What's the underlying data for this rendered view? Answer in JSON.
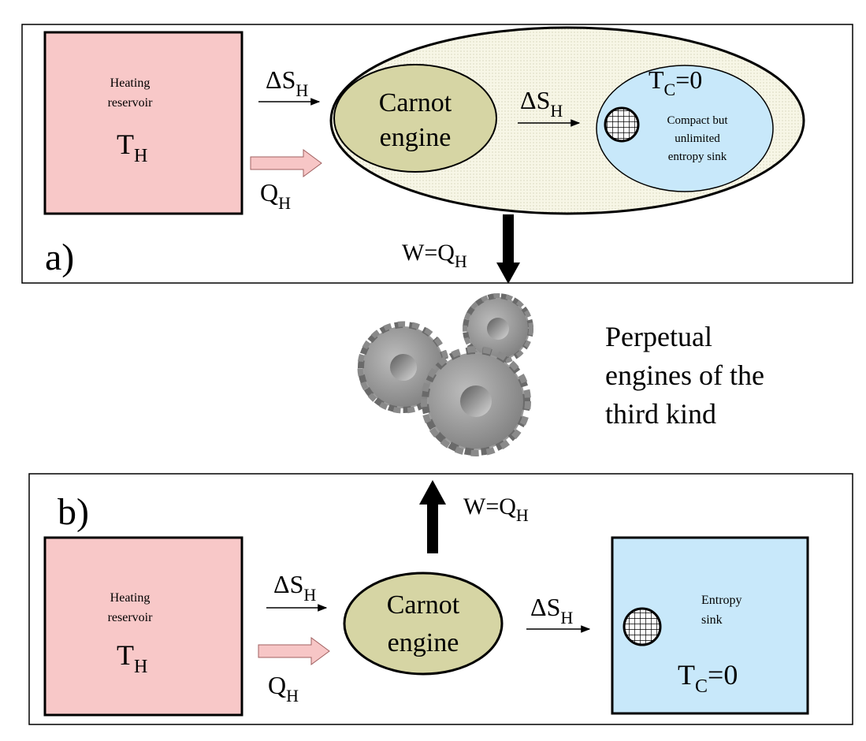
{
  "panel_a": {
    "label": "a)",
    "heating_reservoir": {
      "line1": "Heating",
      "line2": "reservoir",
      "temp_main": "T",
      "temp_sub": "H"
    },
    "entropy_flow_1": {
      "main": "ΔS",
      "sub": "H"
    },
    "heat_flow": {
      "main": "Q",
      "sub": "H"
    },
    "engine": {
      "line1": "Carnot",
      "line2": "engine"
    },
    "entropy_flow_2": {
      "main": "ΔS",
      "sub": "H"
    },
    "sink": {
      "temp_main": "T",
      "temp_sub": "C",
      "temp_value": "=0",
      "line1": "Compact but",
      "line2": "unlimited",
      "line3": "entropy sink"
    },
    "work": {
      "main": "W=Q",
      "sub": "H"
    }
  },
  "middle": {
    "caption_line1": "Perpetual",
    "caption_line2": "engines of the",
    "caption_line3": "third kind"
  },
  "panel_b": {
    "label": "b)",
    "heating_reservoir": {
      "line1": "Heating",
      "line2": "reservoir",
      "temp_main": "T",
      "temp_sub": "H"
    },
    "entropy_flow_1": {
      "main": "ΔS",
      "sub": "H"
    },
    "heat_flow": {
      "main": "Q",
      "sub": "H"
    },
    "engine": {
      "line1": "Carnot",
      "line2": "engine"
    },
    "entropy_flow_2": {
      "main": "ΔS",
      "sub": "H"
    },
    "sink": {
      "line1": "Entropy",
      "line2": "sink",
      "temp_main": "T",
      "temp_sub": "C",
      "temp_value": "=0"
    },
    "work": {
      "main": "W=Q",
      "sub": "H"
    }
  },
  "colors": {
    "reservoir_fill": "#f8c8c8",
    "sink_fill": "#c8e8fa",
    "engine_fill": "#d6d5a4",
    "outer_ellipse_fill": "#f5f4e2",
    "heat_arrow_fill": "#f7c6c6",
    "gear_fill": "#9a9a9a"
  }
}
